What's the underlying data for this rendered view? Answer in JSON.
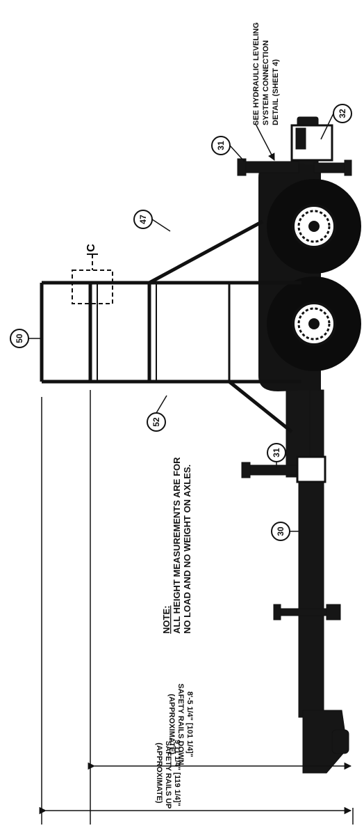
{
  "callouts": {
    "c50": "50",
    "c47": "47",
    "c52": "52",
    "c31_top": "31",
    "c31_bottom": "31",
    "c32": "32",
    "c30": "30"
  },
  "section_marker": "C",
  "hydraulic_note": {
    "line1": "SEE HYDRAULIC LEVELING",
    "line2": "SYSTEM CONNECTION",
    "line3": "DETAIL (SHEET 4)"
  },
  "height_note": {
    "title": "NOTE:",
    "line1": "ALL HEIGHT MEASUREMENTS ARE FOR",
    "line2": "NO LOAD AND NO WEIGHT ON AXLES."
  },
  "dim_rails_down": {
    "line1": "8'-5 1/4\" [101 1/4]\"",
    "line2": "SAFETY RAILS DOWN",
    "line3": "(APPROXIMATE)"
  },
  "dim_rails_up": {
    "line1": "9'11 1/4\" [119 1/4]\"",
    "line2": "\"SAFETY RAILS UP",
    "line3": "(APPROXIMATE)"
  },
  "colors": {
    "ink": "#111111",
    "background": "#ffffff"
  }
}
